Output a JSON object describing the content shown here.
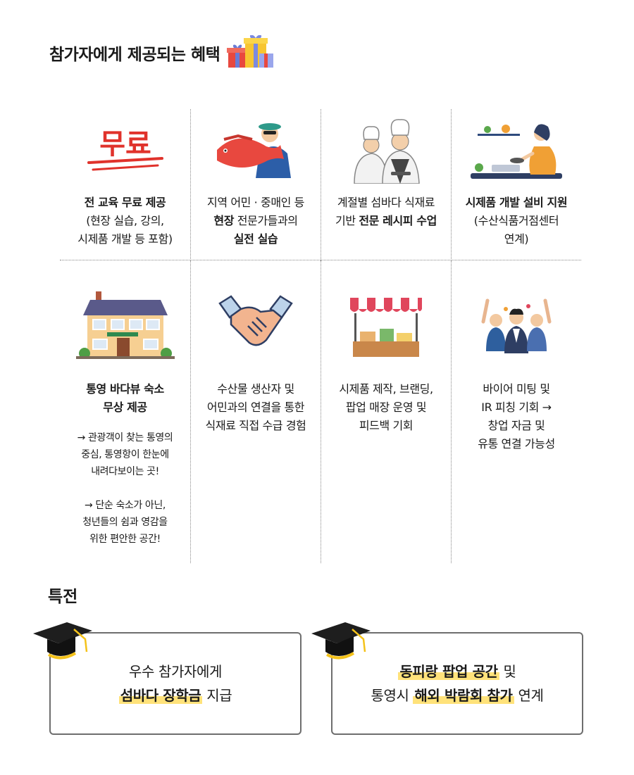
{
  "benefits": {
    "title": "참가자에게 제공되는 혜택",
    "icon": "gift-boxes-icon",
    "row1": [
      {
        "icon": "free-stamp-icon",
        "stamp_text": "무료",
        "line1": "전 교육 무료 제공",
        "line2": "(현장 실습, 강의,",
        "line3": "시제품 개발 등 포함)"
      },
      {
        "icon": "fisherman-fish-icon",
        "line1": "지역 어민 · 중매인 등",
        "line2_bold": "현장",
        "line2_rest": " 전문가들과의",
        "line3": "실전 실습"
      },
      {
        "icon": "chefs-icon",
        "line1": "계절별 섬바다 식재료",
        "line2_pre": "기반 ",
        "line2_bold": "전문 레시피 수업"
      },
      {
        "icon": "cooking-woman-icon",
        "line1": "시제품 개발 설비 지원",
        "line2": "(수산식품거점센터",
        "line3": "연계)"
      }
    ],
    "row2": [
      {
        "icon": "house-icon",
        "line1": "통영 바다뷰 숙소",
        "line2": "무상 제공",
        "note1": [
          "→ 관광객이 찾는 통영의",
          "중심, 통영항이 한눈에",
          "내려다보이는 곳!"
        ],
        "note2": [
          "→ 단순 숙소가 아닌,",
          "청년들의 쉼과 영감을",
          "위한 편안한 공간!"
        ]
      },
      {
        "icon": "handshake-icon",
        "lines": [
          "수산물 생산자 및",
          "어민과의 연결을 통한",
          "식재료 직접 수급 경험"
        ]
      },
      {
        "icon": "market-stall-icon",
        "lines": [
          "시제품 제작, 브랜딩,",
          "팝업 매장 운영 및",
          "피드백 기회"
        ]
      },
      {
        "icon": "cheering-people-icon",
        "lines": [
          "바이어 미팅 및",
          "IR 피칭 기회 →",
          "창업 자금 및",
          "유통 연결 가능성"
        ]
      }
    ]
  },
  "perks": {
    "title": "특전",
    "left": {
      "icon": "graduation-cap-icon",
      "line1": "우수 참가자에게",
      "line2_hl": "섬바다 장학금",
      "line2_rest": " 지급"
    },
    "right": {
      "icon": "graduation-cap-icon",
      "line1_hl": "동피랑 팝업 공간",
      "line1_rest": " 및",
      "line2_pre": "통영시 ",
      "line2_hl": "해외 박람회 참가",
      "line2_rest": " 연계"
    }
  },
  "colors": {
    "highlight": "#ffe27a",
    "stamp_red": "#e0322b",
    "box_border": "#6e6e6e",
    "divider": "#888888"
  }
}
